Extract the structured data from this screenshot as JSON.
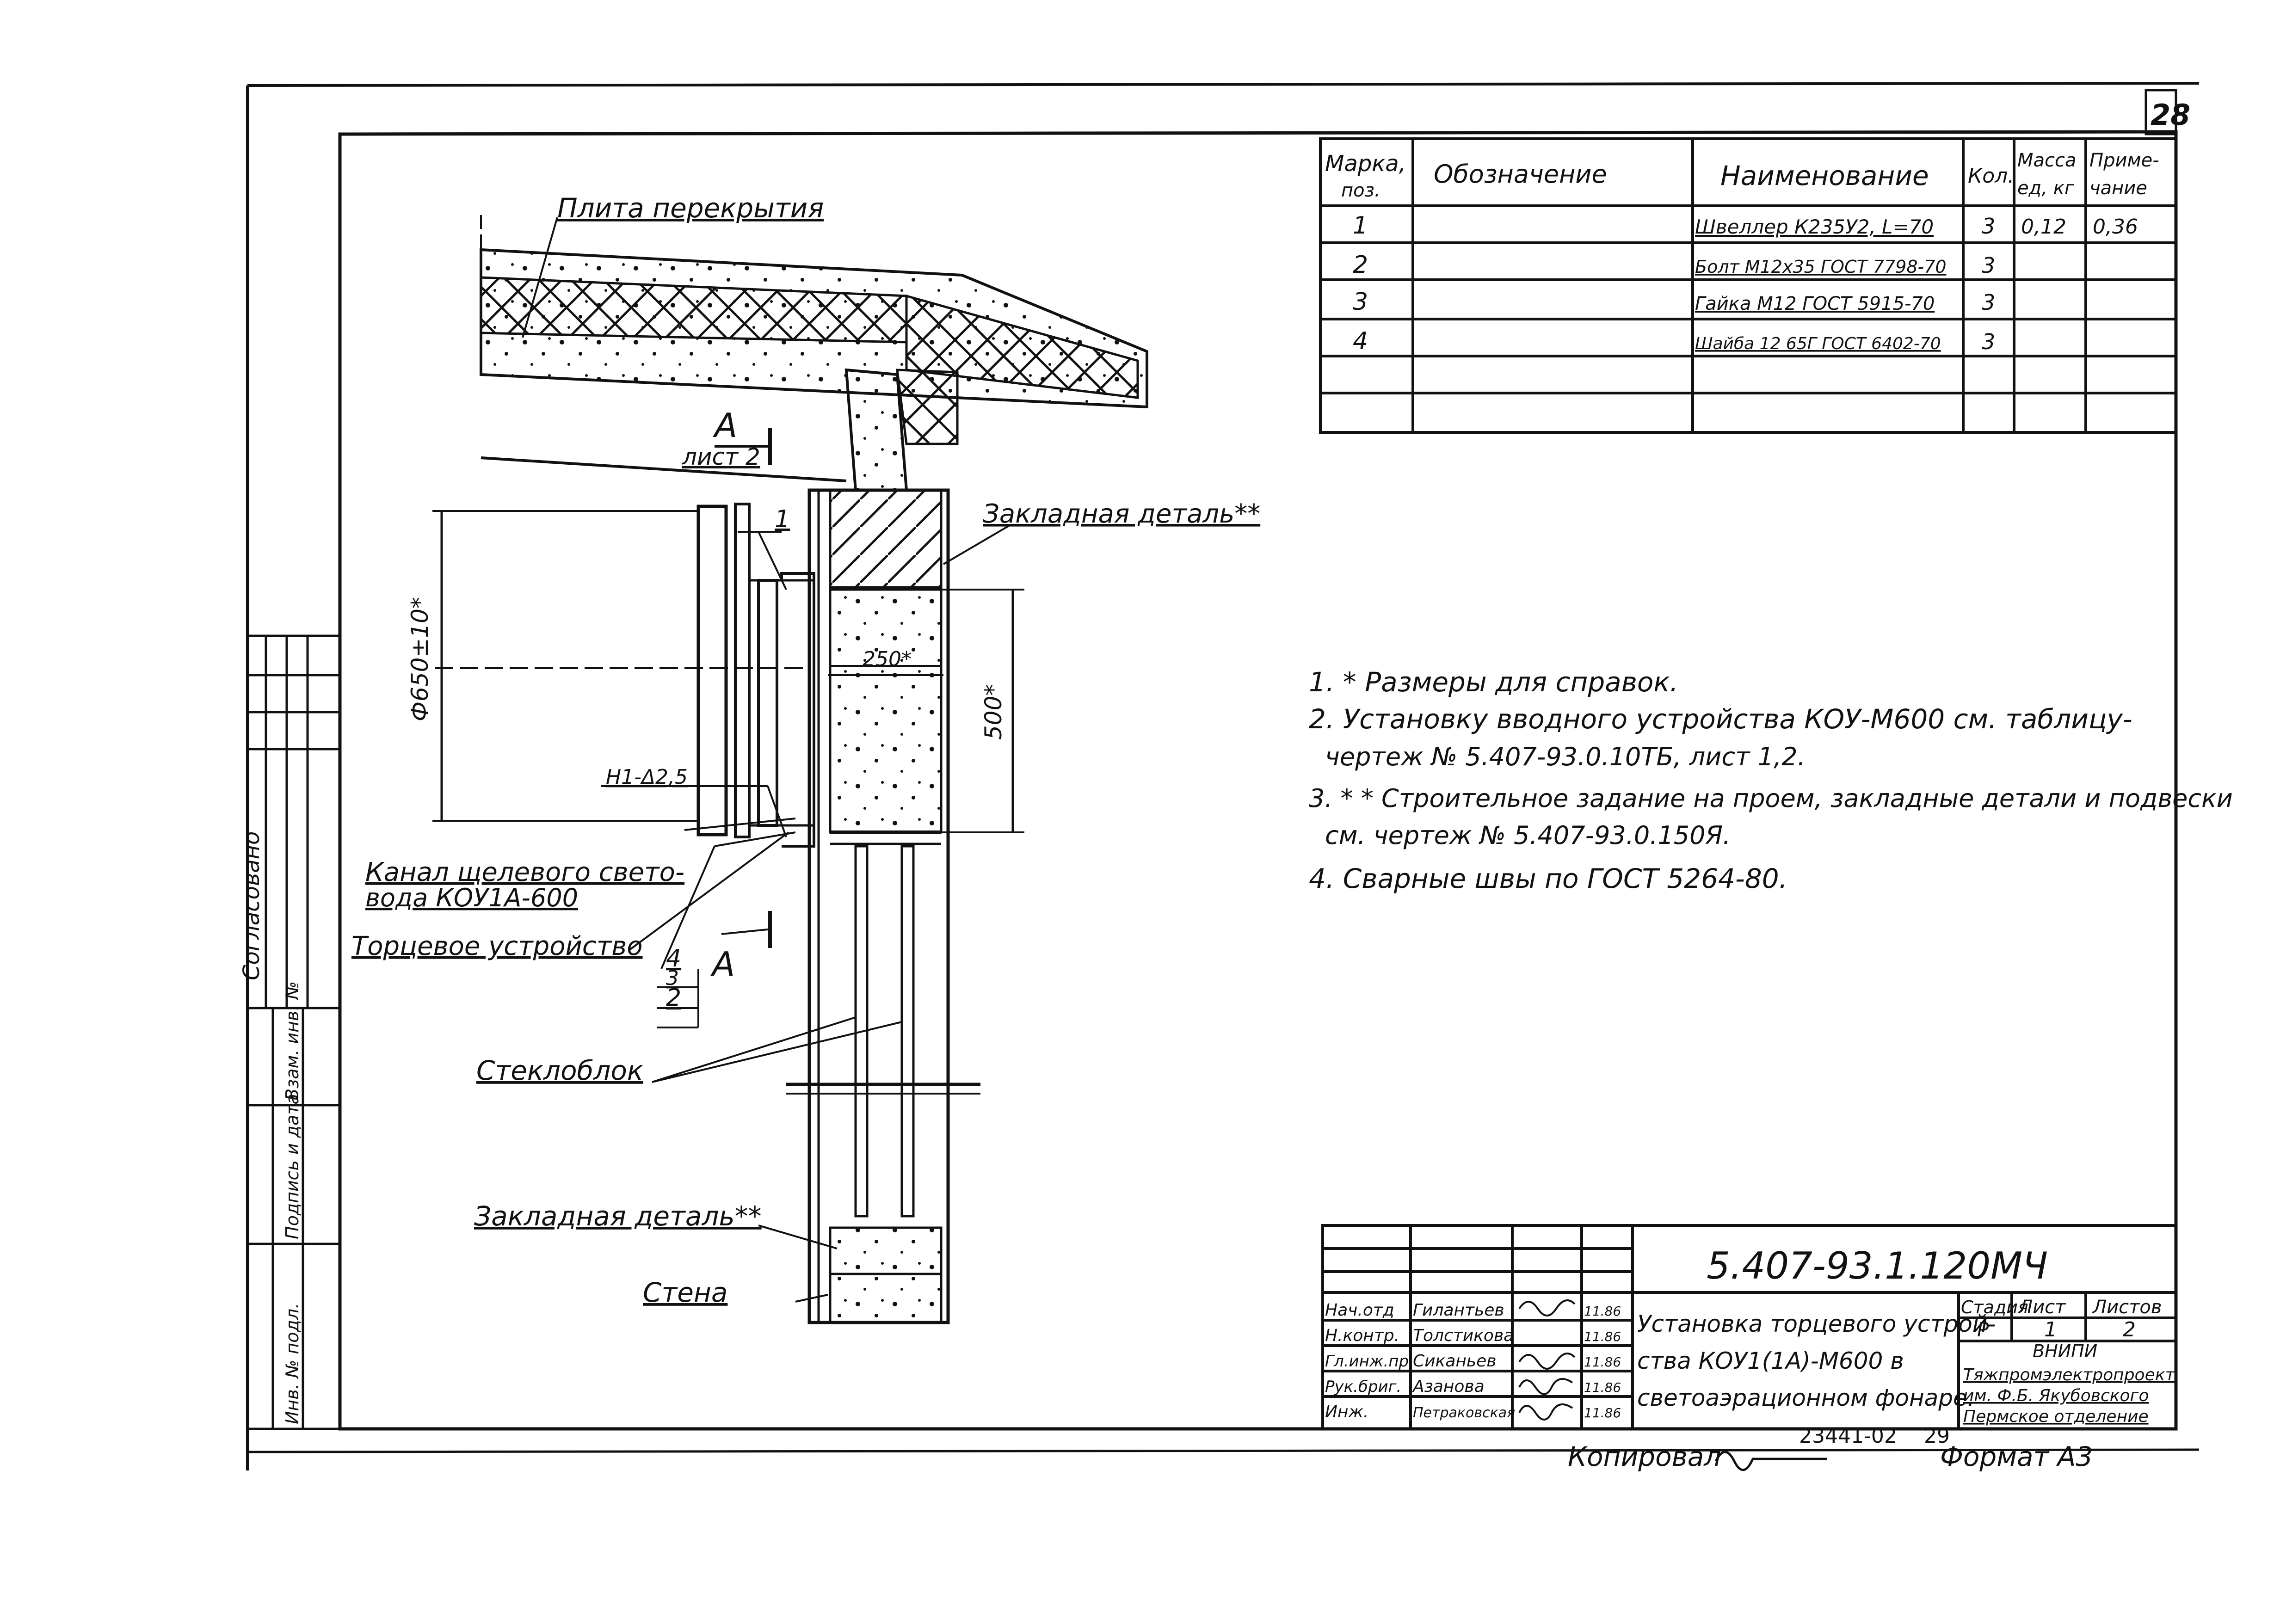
{
  "sheet_number": "28",
  "spec_table": {
    "headers": {
      "mark": [
        "Марка,",
        "поз."
      ],
      "designation": "Обозначение",
      "name": "Наименование",
      "qty": "Кол.",
      "mass": [
        "Масса",
        "ед, кг"
      ],
      "note": [
        "Приме-",
        "чание"
      ]
    },
    "rows": [
      {
        "mark": "1",
        "designation": "",
        "name": "Швеллер К235У2, L=70",
        "qty": "3",
        "mass": "0,12",
        "note": "0,36"
      },
      {
        "mark": "2",
        "designation": "",
        "name": "Болт М12х35 ГОСТ 7798-70",
        "qty": "3",
        "mass": "",
        "note": ""
      },
      {
        "mark": "3",
        "designation": "",
        "name": "Гайка М12 ГОСТ 5915-70",
        "qty": "3",
        "mass": "",
        "note": ""
      },
      {
        "mark": "4",
        "designation": "",
        "name": "Шайба 12 65Г ГОСТ 6402-70",
        "qty": "3",
        "mass": "",
        "note": ""
      },
      {
        "mark": "",
        "designation": "",
        "name": "",
        "qty": "",
        "mass": "",
        "note": ""
      },
      {
        "mark": "",
        "designation": "",
        "name": "",
        "qty": "",
        "mass": "",
        "note": ""
      }
    ]
  },
  "notes": [
    "1. * Размеры для справок.",
    "2. Установку вводного устройства КОУ-М600 см. таблицу-",
    "чертеж № 5.407-93.0.10ТБ, лист 1,2.",
    "3. * * Строительное задание на проем, закладные детали и подвески",
    "см. чертеж № 5.407-93.0.150Я.",
    "4. Сварные швы по ГОСТ 5264-80."
  ],
  "drawing_labels": {
    "slab": "Плита перекрытия",
    "section_a": "А",
    "sheet_ref": "лист 2",
    "embedded_top": "Закладная деталь**",
    "dim_diameter": "Ф650±10*",
    "dim_width": "250*",
    "dim_height": "500*",
    "weld": "Н1-Δ2,5",
    "channel_1": "Канал щелевого свето-",
    "channel_2": "вода КОУ1А-600",
    "end_device": "Торцевое устройство",
    "glass_block": "Стеклоблок",
    "embedded_bottom": "Закладная деталь**",
    "wall": "Стена",
    "callout_1": "1",
    "callout_4": "4",
    "callout_3": "3",
    "callout_2": "2"
  },
  "left_margin": {
    "agreed": "Согласовано",
    "inv_no": "Инв. № подл.",
    "sign_date": "Подпись и дата",
    "vzam_inv": "Взам. инв. №"
  },
  "title_block": {
    "code": "5.407-93.1.120МЧ",
    "title_lines": [
      "Установка торцевого устрой-",
      "ства КОУ1(1А)-М600 в",
      "светоаэрационном фонаре."
    ],
    "headers": {
      "stage": "Стадия",
      "sheet": "Лист",
      "sheets": "Листов"
    },
    "values": {
      "stage": "Р",
      "sheet": "1",
      "sheets": "2"
    },
    "org": [
      "ВНИПИ",
      "Тяжпромэлектропроект",
      "им. Ф.Б. Якубовского",
      "Пермское отделение"
    ],
    "roles": [
      {
        "role": "Нач.отд",
        "name": "Гилантьев",
        "date": "11.86"
      },
      {
        "role": "Н.контр.",
        "name": "Толстикова",
        "date": "11.86"
      },
      {
        "role": "Гл.инж.пр.",
        "name": "Сиканьев",
        "date": "11.86"
      },
      {
        "role": "Рук.бриг.",
        "name": "Азанова",
        "date": "11.86"
      },
      {
        "role": "Инж.",
        "name": "Петраковская",
        "date": "11.86"
      }
    ]
  },
  "footer": {
    "copied": "Копировал",
    "doc_no": "23441-02",
    "page": "29",
    "format": "Формат А3"
  }
}
